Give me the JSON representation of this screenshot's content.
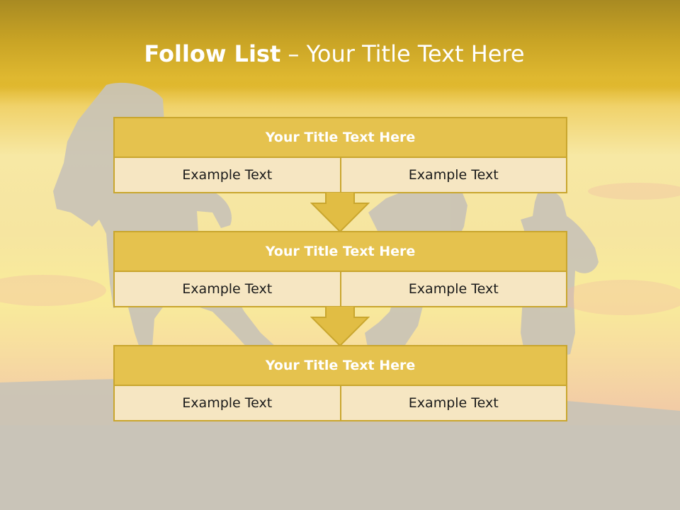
{
  "slide": {
    "title_strong": "Follow List",
    "title_rest": "– Your Title Text Here"
  },
  "steps": [
    {
      "title": "Your Title Text Here",
      "cells": [
        "Example Text",
        "Example Text"
      ]
    },
    {
      "title": "Your Title Text Here",
      "cells": [
        "Example Text",
        "Example Text"
      ]
    },
    {
      "title": "Your Title Text Here",
      "cells": [
        "Example Text",
        "Example Text"
      ]
    }
  ],
  "colors": {
    "header_band": "#c9a425",
    "box_title_fill": "#e5c24e",
    "box_cell_fill": "#f6e6c2",
    "box_border": "#c9a62e",
    "arrow_fill": "#e1bd44",
    "ground": "#ceccc6"
  },
  "icons": [
    "down-arrow-icon",
    "runner-silhouette-icon"
  ]
}
